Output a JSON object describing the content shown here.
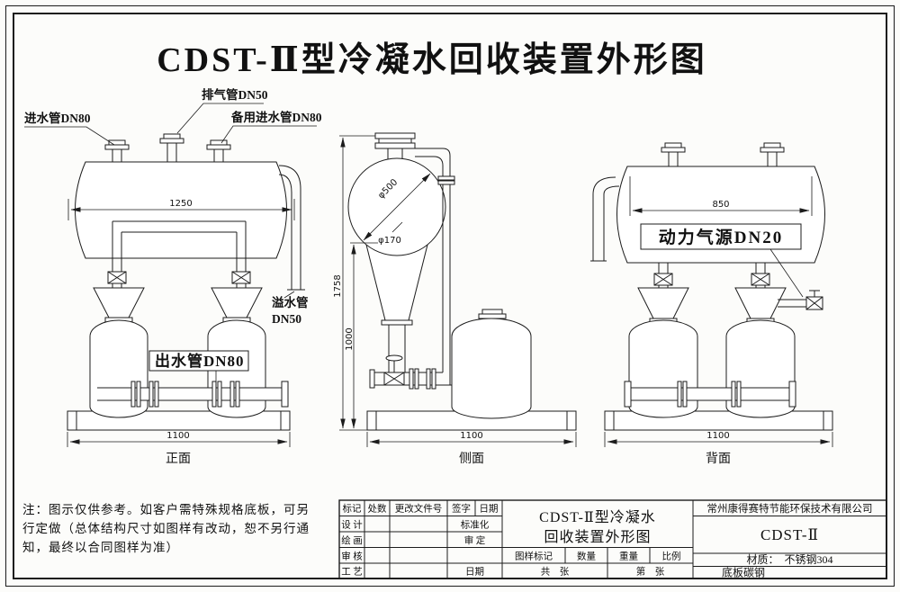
{
  "colors": {
    "ink": "#1c1c1c",
    "paper": "#fcfcfa"
  },
  "page": {
    "title": "CDST-Ⅱ型冷凝水回收装置外形图"
  },
  "front_view": {
    "caption": "正面",
    "labels": {
      "inlet": "进水管DN80",
      "vent": "排气管DN50",
      "spare_inlet": "备用进水管DN80",
      "overflow_1": "溢水管",
      "overflow_2": "DN50",
      "outlet": "出水管DN80"
    },
    "dims": {
      "tank_length": "1250",
      "base_width": "1100"
    }
  },
  "side_view": {
    "caption": "侧面",
    "dims": {
      "dia_large": "φ500",
      "dia_small": "φ170",
      "height_total": "1758",
      "height_tank": "1000",
      "base_width": "1100"
    }
  },
  "back_view": {
    "caption": "背面",
    "labels": {
      "air_supply": "动力气源DN20"
    },
    "dims": {
      "tank_length": "850",
      "base_width": "1100"
    }
  },
  "note": {
    "line1": "注：图示仅供参考。如客户需特殊规格底板，可另",
    "line2": "行定做（总体结构尺寸如图样有改动，恕不另行通",
    "line3": "知，最终以合同图样为准）"
  },
  "title_block": {
    "rev_headers": {
      "mark": "标记",
      "count": "处数",
      "doc_no": "更改文件号",
      "sign": "签字",
      "date": "日期"
    },
    "roles": {
      "design": "设 计",
      "draw": "绘 画",
      "check": "审 核",
      "craft": "工 艺",
      "standardize": "标准化",
      "approve": "审 定",
      "date2": "日期"
    },
    "drawing_title_line1": "CDST-Ⅱ型冷凝水",
    "drawing_title_line2": "回收装置外形图",
    "info_headers": {
      "drawing_mark": "图样标记",
      "quantity": "数量",
      "weight": "重量",
      "scale": "比例"
    },
    "sheets": {
      "total": "共　张",
      "page": "第　张"
    },
    "company": "常州康得赛特节能环保技术有限公司",
    "model": "CDST-Ⅱ",
    "material": "材质：　不锈钢304",
    "base_material": "底板碳钢"
  }
}
